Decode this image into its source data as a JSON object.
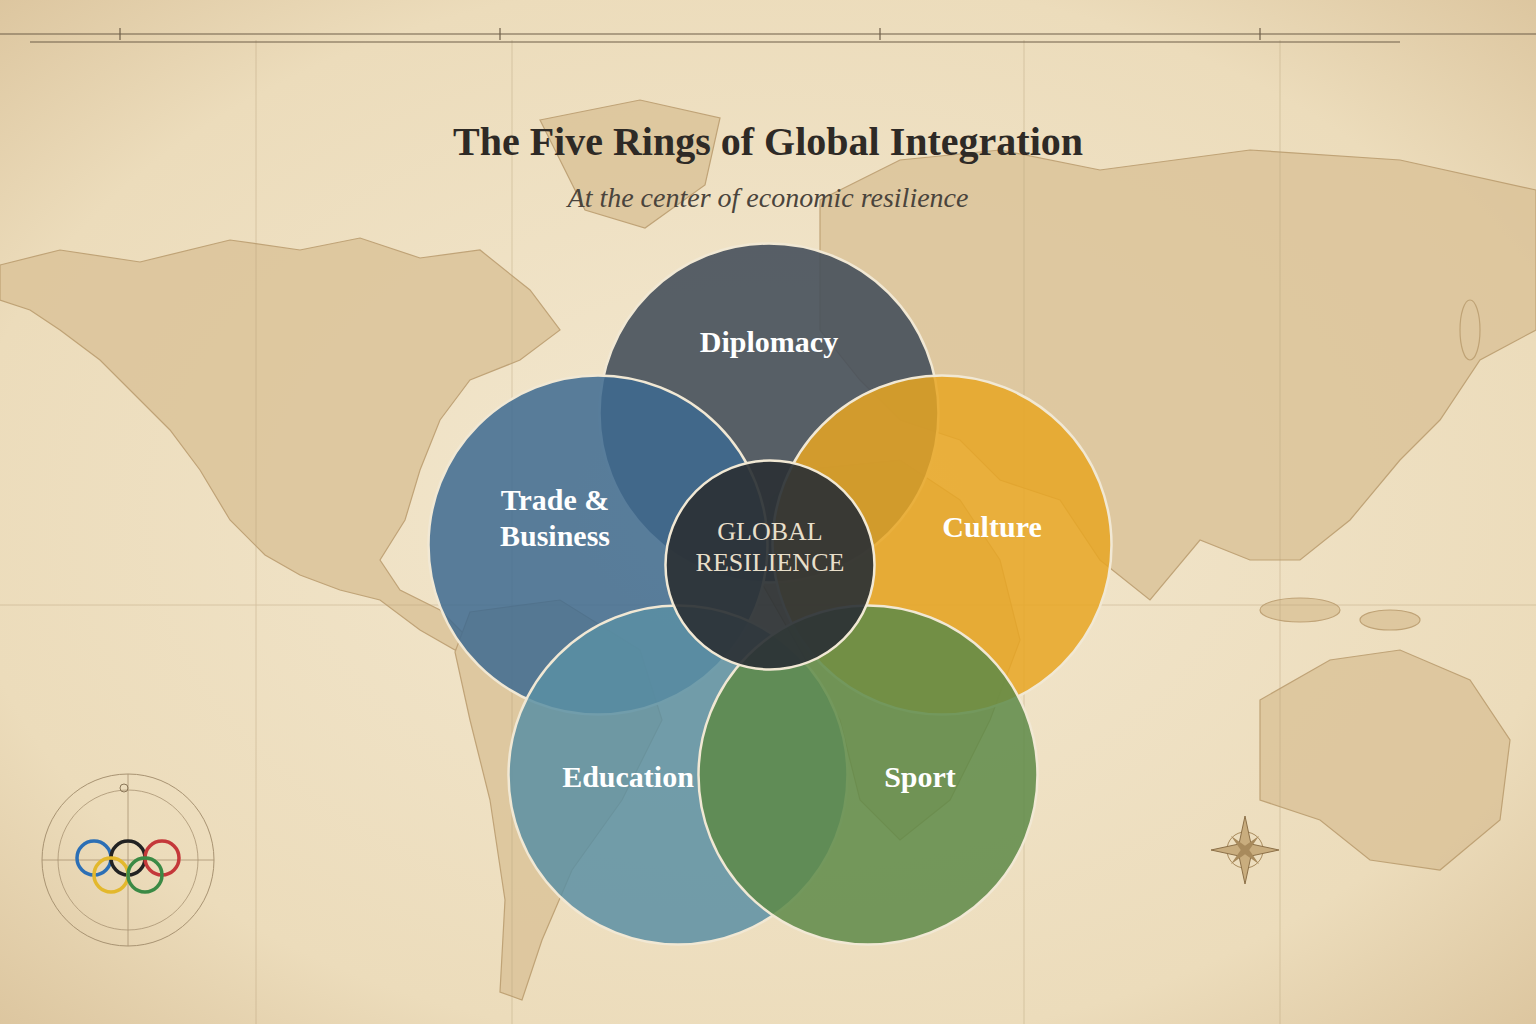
{
  "diagram": {
    "title": "The Five Rings of Global Integration",
    "caption": "At the center of economic resilience",
    "nodes": [
      {
        "text": [
          "Diplomacy"
        ]
      },
      {
        "text": [
          "Trade & Business"
        ]
      },
      {
        "text": [
          "GLOBAL RESILIENCE"
        ]
      },
      {
        "text": [
          "Culture"
        ]
      },
      {
        "text": [
          "Education"
        ]
      },
      {
        "text": [
          "Sport"
        ]
      }
    ]
  }
}
